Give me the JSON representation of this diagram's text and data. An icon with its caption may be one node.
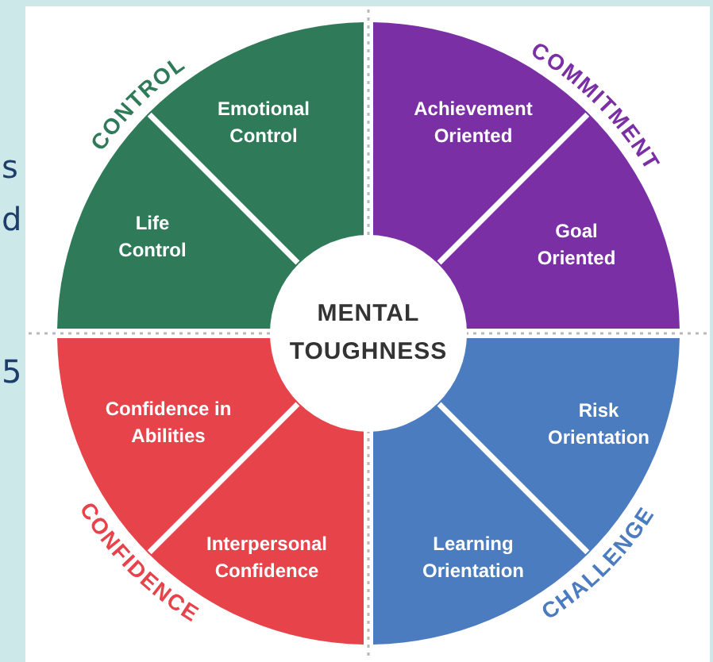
{
  "diagram": {
    "nodes": [
      {
        "text": [
          "CONTROL"
        ]
      },
      {
        "text": [
          "Emotional Control"
        ],
        "in": 0
      },
      {
        "text": [
          "Life Control"
        ],
        "in": 0
      },
      {
        "text": [
          "COMMITMENT"
        ]
      },
      {
        "text": [
          "Achievement Oriented"
        ],
        "in": 3
      },
      {
        "text": [
          "Goal Oriented"
        ],
        "in": 3
      },
      {
        "text": [
          "MENTAL TOUGHNESS"
        ]
      },
      {
        "text": [
          "CONFIDENCE"
        ]
      },
      {
        "text": [
          "Confidence in Abilities"
        ],
        "in": 7
      },
      {
        "text": [
          "Interpersonal Confidence"
        ],
        "in": 7
      },
      {
        "text": [
          "CHALLENGE"
        ]
      },
      {
        "text": [
          "Risk Orientation"
        ],
        "in": 10
      },
      {
        "text": [
          "Learning Orientation"
        ],
        "in": 10
      }
    ],
    "labels": [
      "s",
      "d",
      "5"
    ]
  }
}
